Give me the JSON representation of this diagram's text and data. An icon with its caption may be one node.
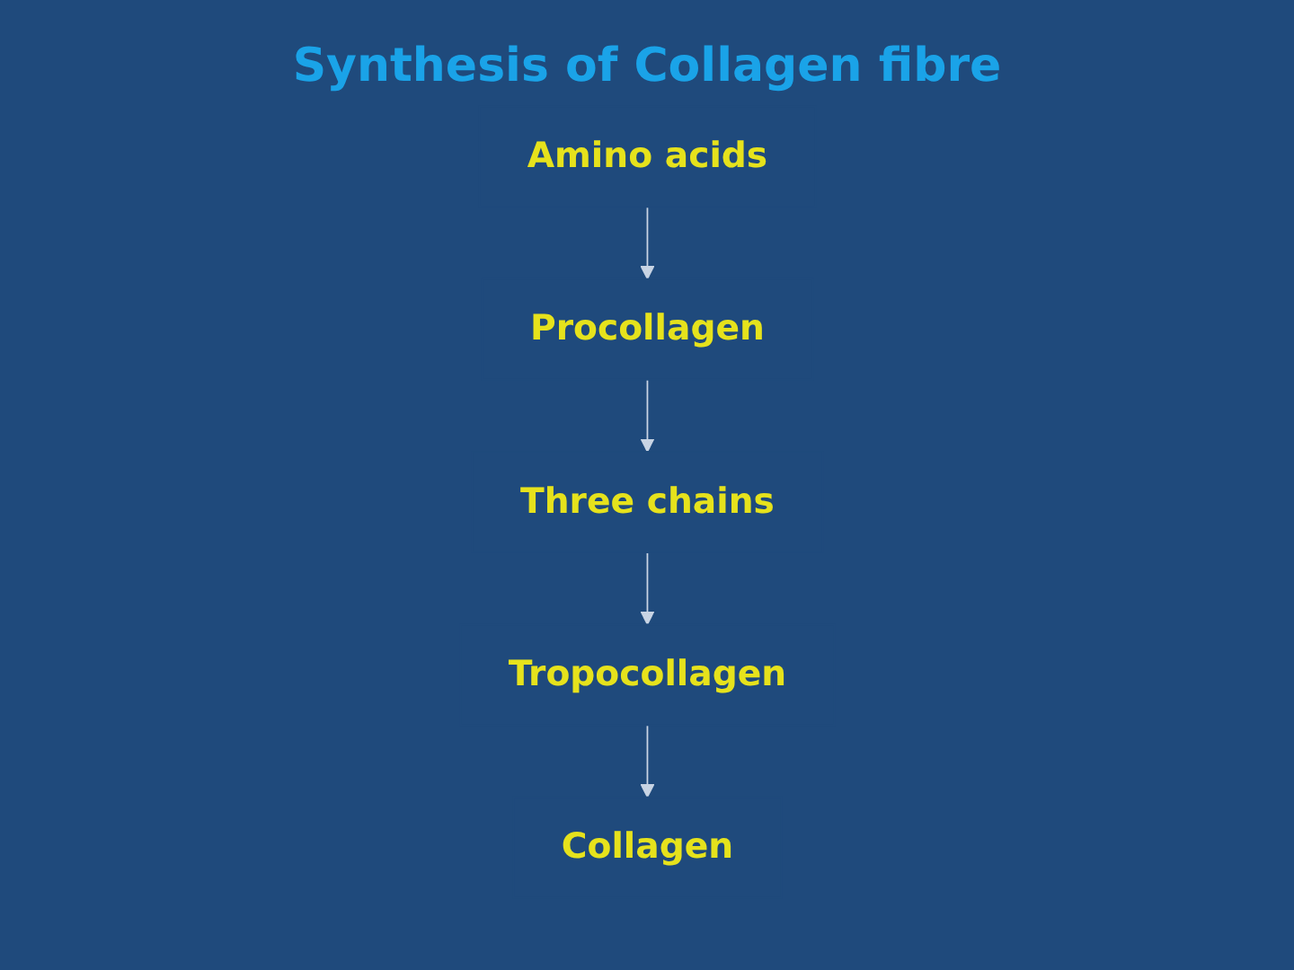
{
  "diagram": {
    "title": "Synthesis of Collagen fibre",
    "nodes": [
      {
        "text": [
          "Amino acids"
        ]
      },
      {
        "text": [
          "Procollagen"
        ]
      },
      {
        "text": [
          "Three chains"
        ]
      },
      {
        "text": [
          "Tropocollagen"
        ]
      },
      {
        "text": [
          "Collagen"
        ]
      }
    ],
    "edges": [
      {
        "from": 0,
        "to": 1,
        "arrow": "to"
      },
      {
        "from": 1,
        "to": 2,
        "arrow": "to"
      },
      {
        "from": 2,
        "to": 3,
        "arrow": "to"
      },
      {
        "from": 3,
        "to": 4,
        "arrow": "to"
      }
    ]
  }
}
